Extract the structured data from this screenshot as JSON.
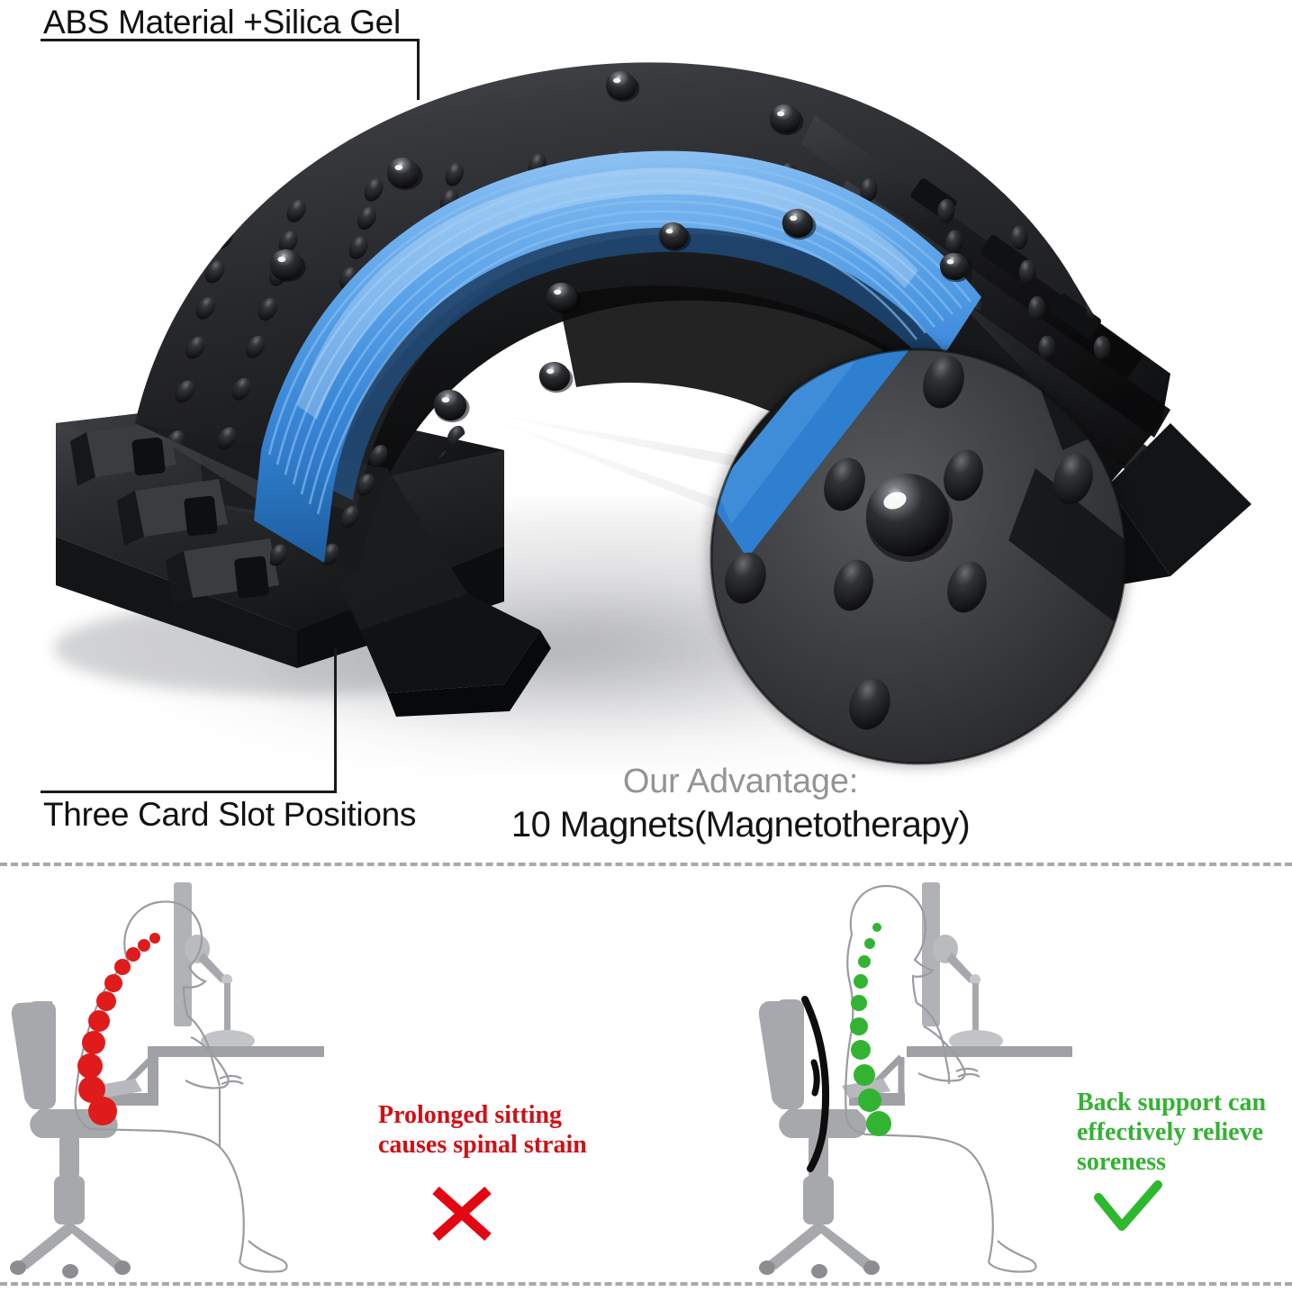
{
  "product": {
    "callout_material": {
      "label": "ABS Material +Silica Gel"
    },
    "callout_slots": {
      "label": "Three Card Slot Positions"
    },
    "advantage": {
      "title": "Our Advantage:",
      "subtitle": "10 Magnets(Magnetotherapy)"
    },
    "colors": {
      "body_black": "#1d1d1f",
      "gel_blue": "#4a97e0",
      "text_black": "#101010",
      "text_gray": "#949494"
    },
    "magnifier": {
      "name": "magnet-detail-circle",
      "magnet_count": 10
    }
  },
  "comparison": {
    "bad": {
      "caption": "Prolonged sitting\ncauses spinal strain",
      "caption_color": "#cf1016",
      "mark": "cross-mark",
      "mark_color": "#e30613",
      "spine_dot_color": "#e01b1b",
      "figure_name": "slouched-sitting-figure"
    },
    "good": {
      "caption": "Back support can\neffectively relieve\nsoreness",
      "caption_color": "#34b233",
      "mark": "check-mark",
      "mark_color": "#2eb82e",
      "spine_dot_color": "#32b432",
      "figure_name": "upright-sitting-figure",
      "support_device": "back-support-arc"
    },
    "furniture_color": "#a6a8ab"
  }
}
